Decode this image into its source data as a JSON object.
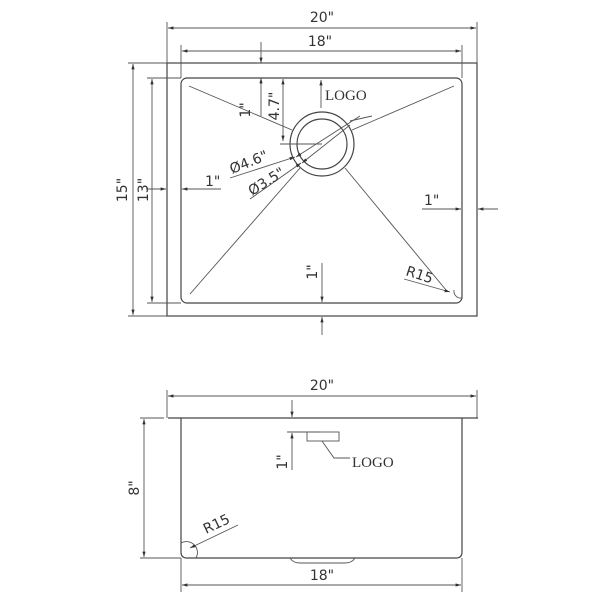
{
  "top_view": {
    "overall_width": "20\"",
    "bowl_width": "18\"",
    "overall_depth": "15\"",
    "bowl_depth": "13\"",
    "logo_offset": "1\"",
    "drain_offset": "4.7\"",
    "logo_label": "LOGO",
    "drain_outer_diameter": "Ø4.6\"",
    "drain_inner_diameter": "Ø3.5\"",
    "left_rim": "1\"",
    "right_rim": "1\"",
    "bottom_rim": "1\"",
    "corner_radius": "R15"
  },
  "side_view": {
    "overall_width": "20\"",
    "bowl_width": "18\"",
    "height": "8\"",
    "logo_offset": "1\"",
    "logo_label": "LOGO",
    "corner_radius": "R15"
  }
}
